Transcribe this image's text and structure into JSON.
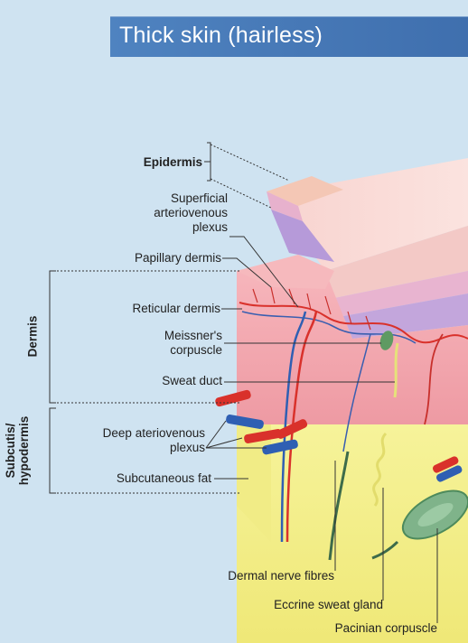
{
  "title": "Thick skin (hairless)",
  "labels": {
    "epidermis": "Epidermis",
    "superficial_plexus": [
      "Superficial",
      "arteriovenous",
      "plexus"
    ],
    "papillary_dermis": "Papillary dermis",
    "reticular_dermis": "Reticular dermis",
    "meissner": [
      "Meissner's",
      "corpuscle"
    ],
    "sweat_duct": "Sweat duct",
    "deep_plexus": [
      "Deep ateriovenous",
      "plexus"
    ],
    "subcutaneous_fat": "Subcutaneous fat",
    "dermal_nerve": "Dermal nerve fibres",
    "eccrine_gland": "Eccrine sweat gland",
    "pacinian": "Pacinian corpuscle"
  },
  "regions": {
    "dermis": "Dermis",
    "subcutis": [
      "Subcutis/",
      "hypodermis"
    ]
  },
  "colors": {
    "background": "#cfe3f1",
    "title_bar": "#4a7cbc",
    "artery": "#d9312b",
    "vein": "#2f5fb3",
    "dermis": "#f2a7ae",
    "fat": "#f4f08a",
    "epidermis": "#b9a3d6"
  }
}
